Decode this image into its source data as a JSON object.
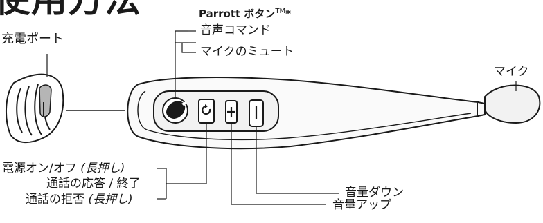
{
  "title": "使用方法",
  "labels": {
    "charge_port": "充電ポート",
    "parrott_button": "Parrott ボタン",
    "parrott_tm": "TM",
    "parrott_star": "*",
    "voice_command": "音声コマンド",
    "mic_mute": "マイクのミュート",
    "mic": "マイク",
    "power_main": "電源オン/オフ ",
    "power_hold": "(長押し)",
    "answer_end": "通話の応答 / 終了",
    "reject_main": "通話の拒否 ",
    "reject_hold": "(長押し)",
    "volume_down": "音量ダウン",
    "volume_up": "音量アップ"
  },
  "colors": {
    "ink": "#1a1a1a",
    "fill": "#f4f4f4",
    "accent": "#555555"
  }
}
